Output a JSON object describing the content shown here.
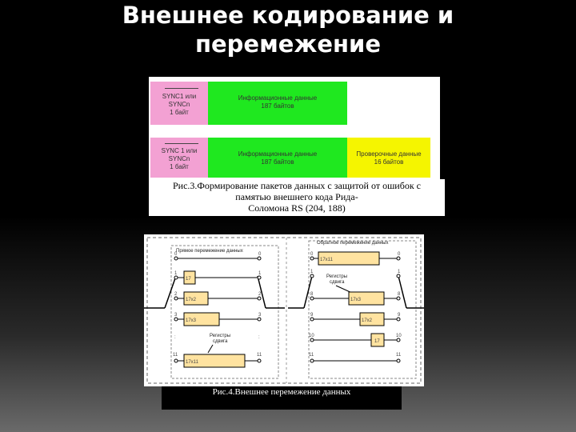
{
  "slide": {
    "title_line1": "Внешнее кодирование и",
    "title_line2": "перемежение"
  },
  "figure3": {
    "row1": {
      "sync_line1": "SYNC1 или",
      "sync_line2": "SYNCn",
      "sync_line3": "1 байт",
      "info_line1": "Информационные данные",
      "info_line2": "187 байтов"
    },
    "row2": {
      "sync_line1": "SYNC 1 или",
      "sync_line2": "SYNCn",
      "sync_line3": "1 байт",
      "info_line1": "Информационные данные",
      "info_line2": "187 байтов",
      "check_line1": "Проверочные данные",
      "check_line2": "16 байтов"
    },
    "colors": {
      "pink": "#f3a1d3",
      "green": "#1fe81f",
      "yellow": "#f5f500"
    },
    "caption_line1": "Рис.3.Формирование пакетов данных с защитой от ошибок с",
    "caption_line2": "памятью внешнего кода Рида-",
    "caption_line3": "Соломона RS (204, 188)"
  },
  "figure4": {
    "left_header": "Прямое перемежение данных",
    "right_header": "Обратное перемежение данных",
    "left_rows": [
      {
        "num": "0",
        "out": "0",
        "box": ""
      },
      {
        "num": "1",
        "out": "1",
        "box": "17"
      },
      {
        "num": "2",
        "out": "2",
        "box": "17x2"
      },
      {
        "num": "3",
        "out": "3",
        "box": "17x3"
      },
      {
        "num": "11",
        "out": "11",
        "box": "17x11"
      }
    ],
    "right_rows": [
      {
        "num": "0",
        "out": "0",
        "box": "17x11"
      },
      {
        "num": "1",
        "out": "1",
        "box": ""
      },
      {
        "num": "8",
        "out": "8",
        "box": "17x3"
      },
      {
        "num": "9",
        "out": "9",
        "box": "17x2"
      },
      {
        "num": "10",
        "out": "10",
        "box": "17"
      },
      {
        "num": "11",
        "out": "11",
        "box": ""
      }
    ],
    "register_label_line1": "Регистры",
    "register_label_line2": "сдвига",
    "caption": "Рис.4.Внешнее перемежение данных"
  }
}
